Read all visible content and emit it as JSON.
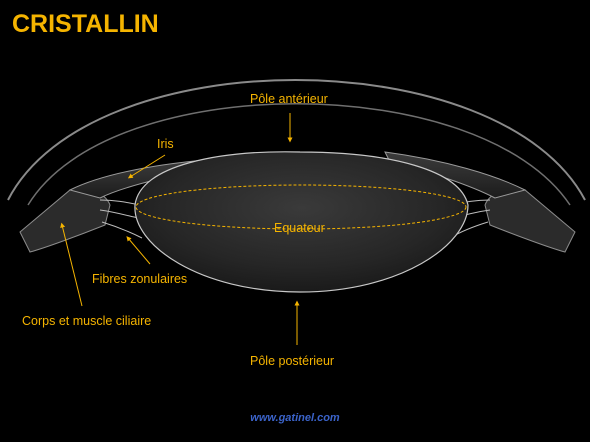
{
  "title": "CRISTALLIN",
  "labels": {
    "pole_anterieur": "Pôle antérieur",
    "iris": "Iris",
    "equateur": "Equateur",
    "fibres_zonulaires": "Fibres zonulaires",
    "corps_ciliaire": "Corps et muscle ciliaire",
    "pole_posterieur": "Pôle postérieur"
  },
  "footer": "www.gatinel.com",
  "colors": {
    "background": "#000000",
    "label": "#f5b400",
    "footer": "#3b63c9",
    "lens": "#2a2a2a",
    "outline": "#bdbdbd"
  }
}
